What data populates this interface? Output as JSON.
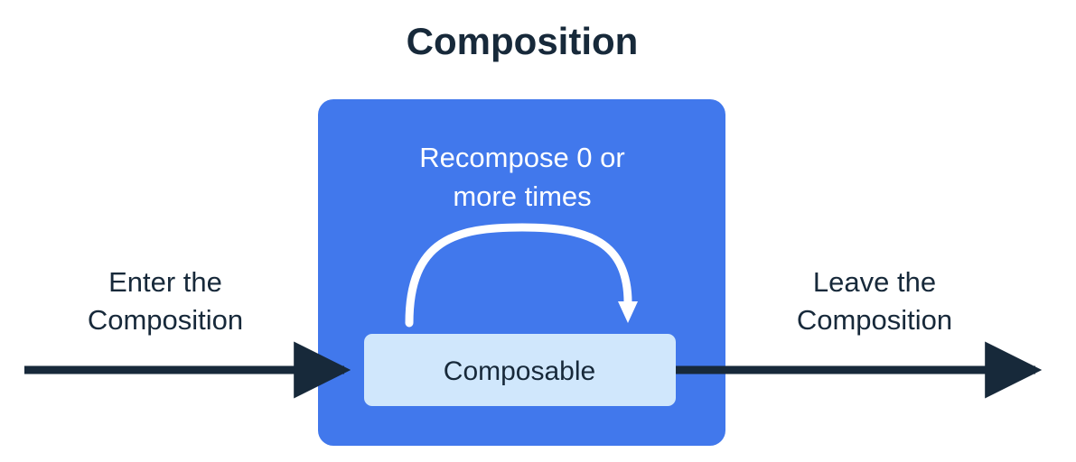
{
  "diagram": {
    "title": "Composition",
    "type": "flow-diagram",
    "colors": {
      "background": "#ffffff",
      "composition_container": "#4178ec",
      "composable_box": "#d0e7fc",
      "text_dark": "#17293a",
      "text_light": "#ffffff",
      "arrow_dark": "#17293a",
      "arrow_light": "#ffffff"
    },
    "container": {
      "name": "Composition",
      "inner_note_line1": "Recompose 0 or",
      "inner_note_line2": "more times",
      "inner_note_full": "Recompose 0 or more times"
    },
    "node": {
      "label": "Composable"
    },
    "left_label": {
      "line1": "Enter the",
      "line2": "Composition",
      "full": "Enter the Composition"
    },
    "right_label": {
      "line1": "Leave the",
      "line2": "Composition",
      "full": "Leave the Composition"
    },
    "arrows": {
      "enter": "enter-arrow",
      "leave": "leave-arrow",
      "recompose_loop": "recompose-loop-arrow"
    }
  }
}
